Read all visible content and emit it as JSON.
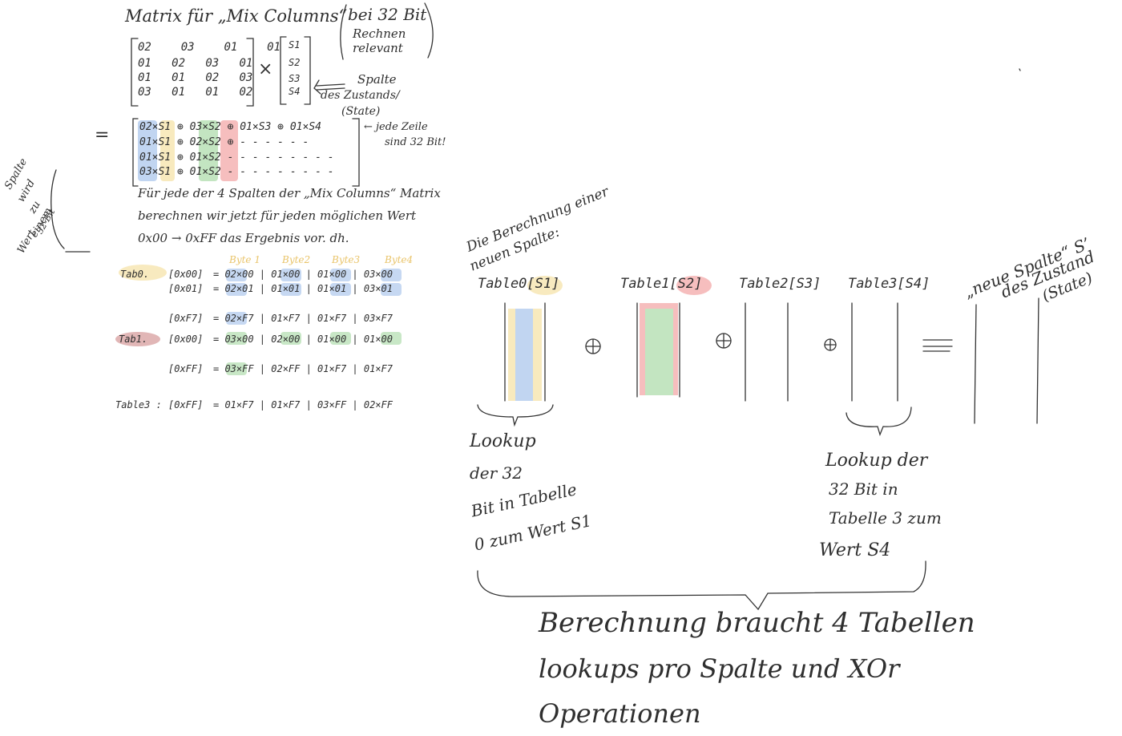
{
  "title_line": "Matrix für „Mix Columns“",
  "note_32bit": {
    "line1": "bei 32 Bit",
    "line2": "Rechnen",
    "line3": "relevant"
  },
  "matrix_rows": [
    [
      "02",
      "03",
      "01",
      "01"
    ],
    [
      "01",
      "02",
      "03",
      "01"
    ],
    [
      "01",
      "01",
      "02",
      "03"
    ],
    [
      "03",
      "01",
      "01",
      "02"
    ]
  ],
  "state_vector": [
    "S1",
    "S2",
    "S3",
    "S4"
  ],
  "times_sign": "×",
  "equals_sign": "=",
  "state_note": {
    "line1": "Spalte",
    "line2": "des Zustands/",
    "line3": "(State)"
  },
  "result_rows": [
    "02×S1 ⊕ 03×S2 ⊕ 01×S3 ⊕ 01×S4",
    "01×S1 ⊕ 02×S2 ⊕ - - - - - -",
    "01×S1 ⊕ 01×S2 - - - - - - - - -",
    "03×S1 ⊕ 01×S2 - - - - - - - - -"
  ],
  "row_note": {
    "line1": "← jede Zeile",
    "line2": "sind 32 Bit!"
  },
  "side_note": {
    "lines": [
      "Spalte",
      "wird",
      "zu",
      "einem",
      "Wert"
    ],
    "bit": "32-Bit"
  },
  "paragraph": [
    "Für jede der 4 Spalten der „Mix Columns“ Matrix",
    "berechnen wir jetzt für jeden möglichen Wert",
    "0x00 → 0xFF das Ergebnis vor. dh."
  ],
  "byte_headers": [
    "Byte 1",
    "Byte2",
    "Byte3",
    "Byte4"
  ],
  "table_rows": [
    {
      "label": "Tab0.",
      "index": "[0x00]",
      "value": "= 02×00 | 01×00 | 01×00 | 03×00"
    },
    {
      "label": "",
      "index": "[0x01]",
      "value": "= 02×01 | 01×01 | 01×01 | 03×01"
    },
    {
      "label": "",
      "index": "[0xF7]",
      "value": "= 02×F7 | 01×F7 | 01×F7 | 03×F7"
    },
    {
      "label": "Tab1.",
      "index": "[0x00]",
      "value": "= 03×00 | 02×00 | 01×00 | 01×00"
    },
    {
      "label": "",
      "index": "[0xFF]",
      "value": "= 03×FF | 02×FF | 01×F7 | 01×F7"
    },
    {
      "label": "Table3 :",
      "index": "[0xFF]",
      "value": "= 01×F7 | 01×F7 | 03×FF | 02×FF"
    }
  ],
  "calc_heading": {
    "line1": "Die Berechnung einer",
    "line2": "neuen Spalte:"
  },
  "lookups": [
    "Table0[S1]",
    "Table1[S2]",
    "Table2[S3]",
    "Table3[S4]"
  ],
  "xor_sign": "⊕",
  "result_label": {
    "line1": "„neue Spalte“ S’",
    "line2": "des Zustand",
    "line3": "(State)"
  },
  "lookup_note_left": [
    "Lookup",
    "der 32",
    "Bit in Tabelle",
    "0 zum Wert S1"
  ],
  "lookup_note_right": [
    "Lookup der",
    "32 Bit in",
    "Tabelle 3 zum",
    "Wert S4"
  ],
  "summary": [
    "Berechnung braucht 4 Tabellen",
    "lookups pro Spalte und XOr",
    "Operationen"
  ],
  "colors": {
    "blue": "#8fb3e6",
    "yellow": "#f3d98a",
    "green": "#93d08f",
    "red": "#ef8a8a",
    "ink": "#2f2f2f"
  }
}
